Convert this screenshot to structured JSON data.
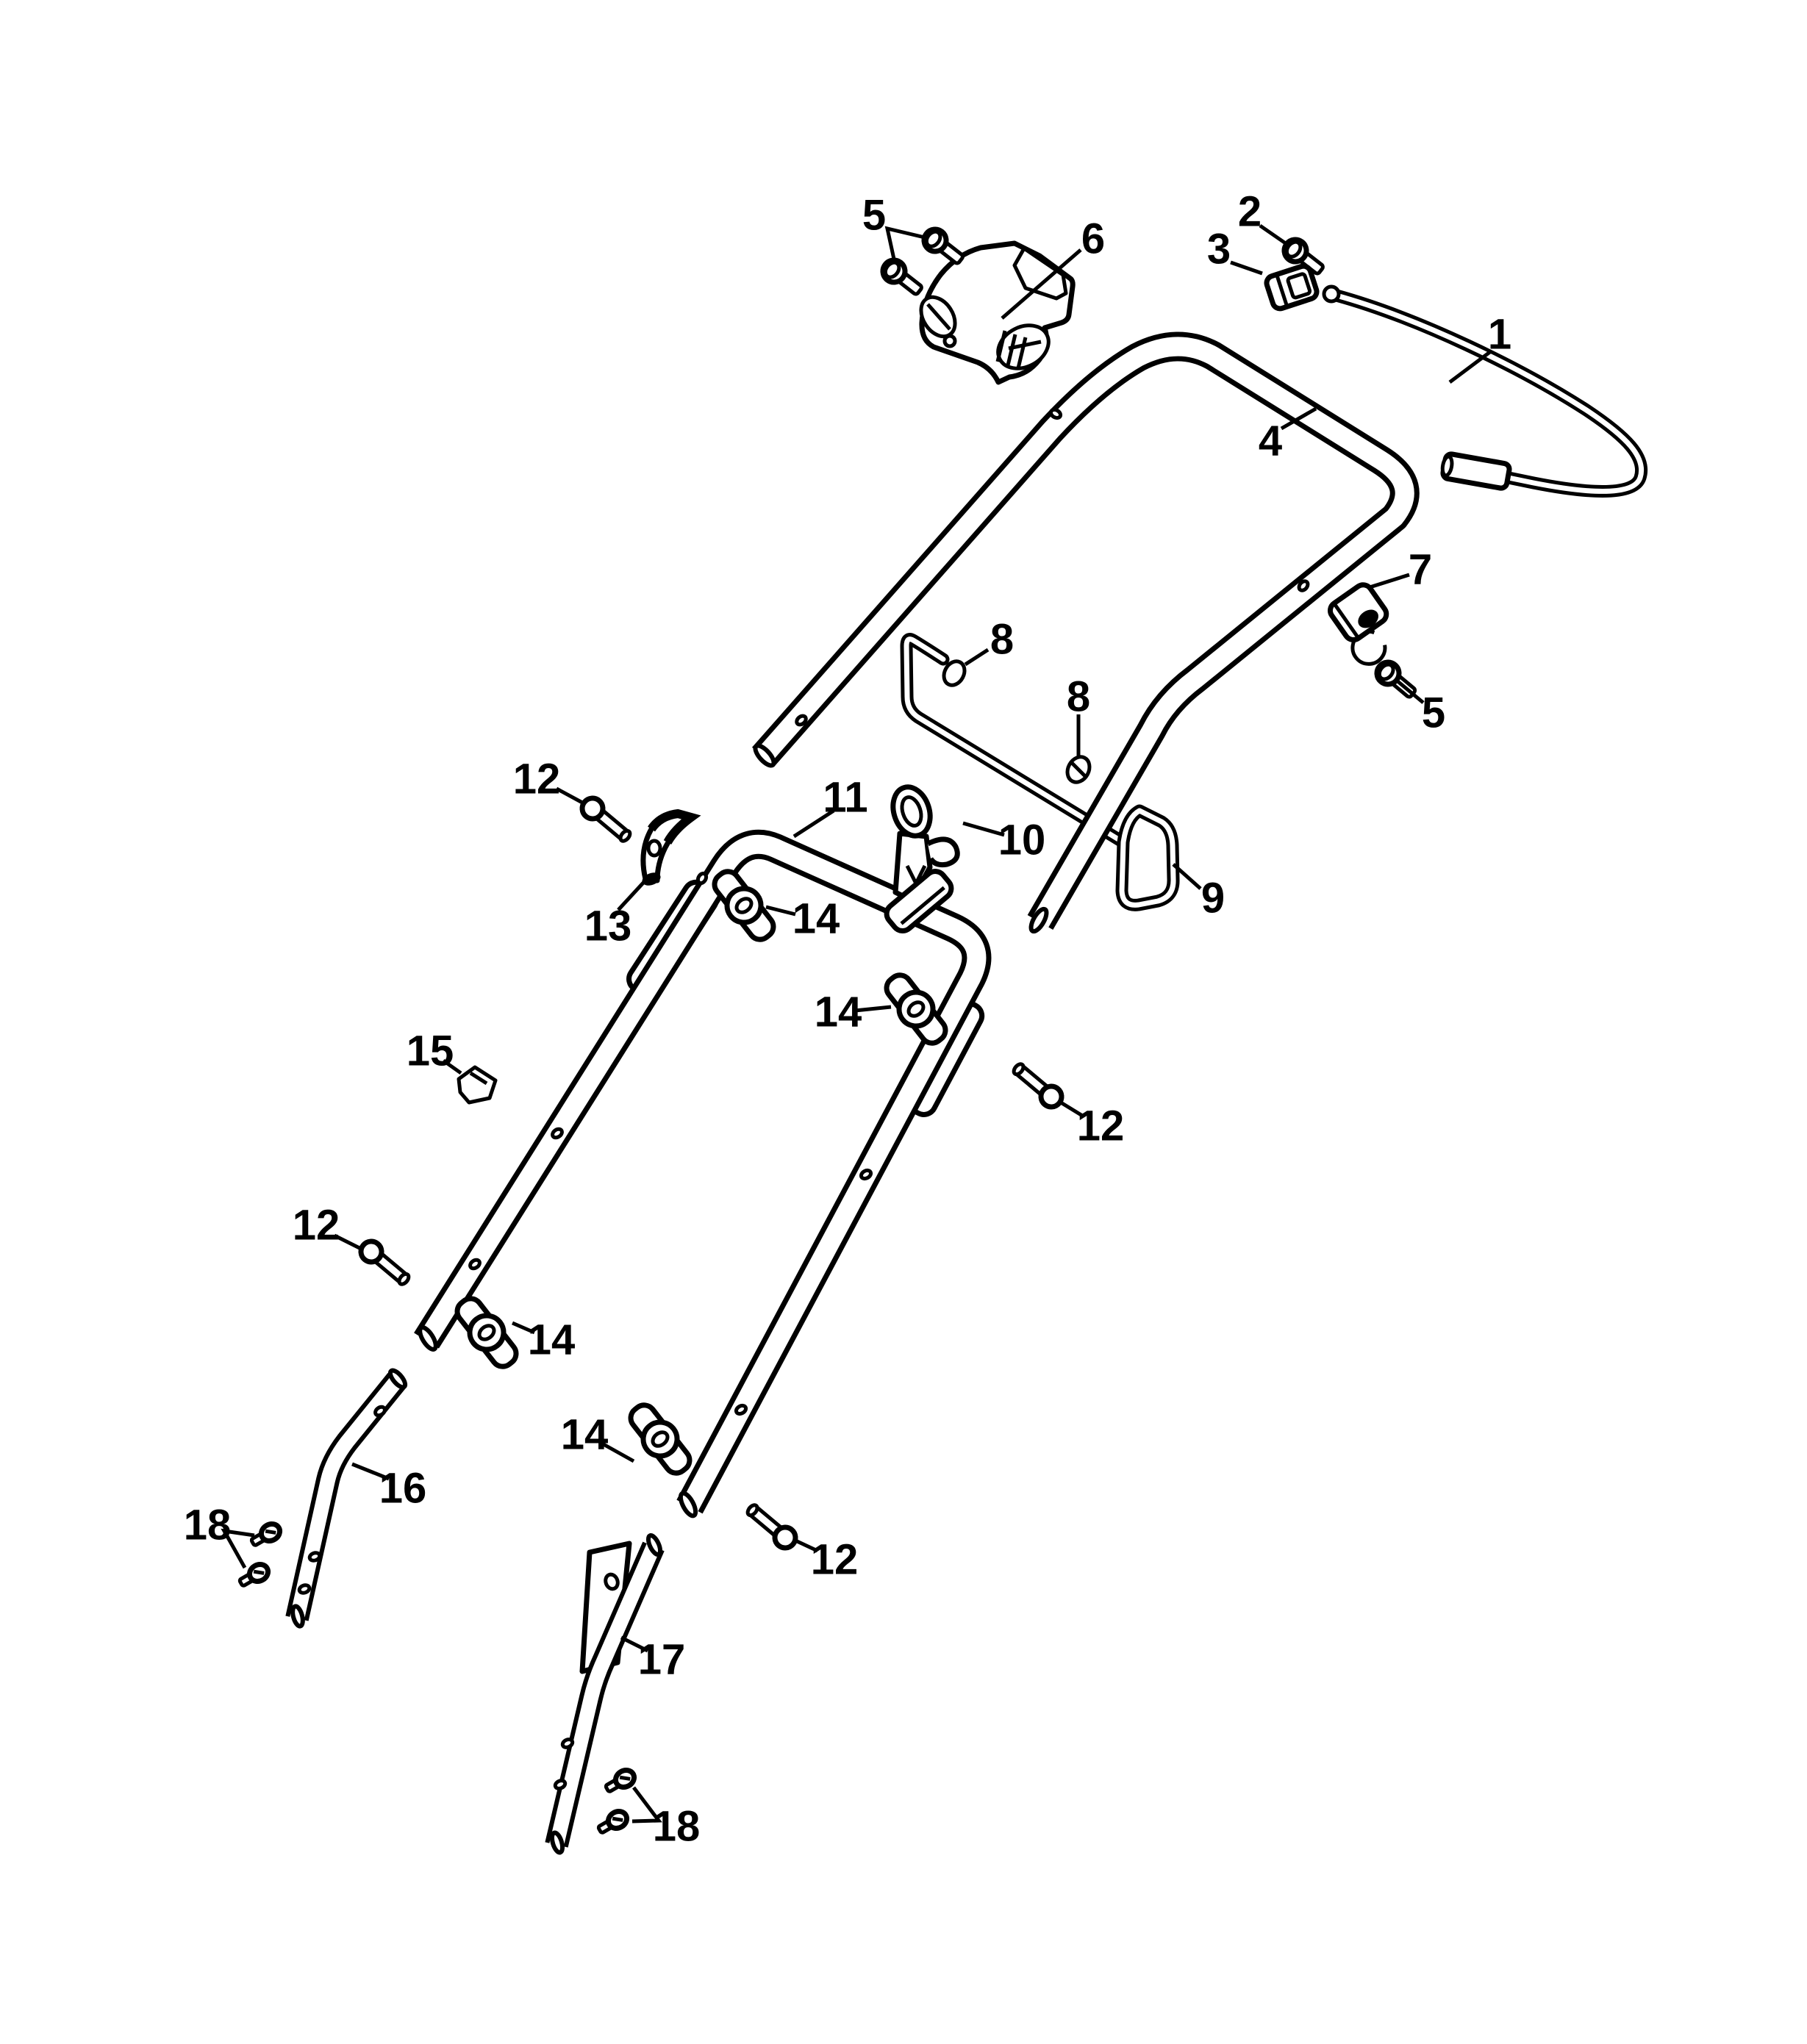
{
  "diagram": {
    "type": "exploded-parts-diagram",
    "background_color": "#ffffff",
    "line_color": "#000000",
    "unique_part_numbers": [
      "1",
      "2",
      "3",
      "4",
      "5",
      "6",
      "7",
      "8",
      "9",
      "10",
      "11",
      "12",
      "13",
      "14",
      "15",
      "16",
      "17",
      "18"
    ],
    "callouts": [
      {
        "label": "5"
      },
      {
        "label": "6"
      },
      {
        "label": "2"
      },
      {
        "label": "3"
      },
      {
        "label": "1"
      },
      {
        "label": "4"
      },
      {
        "label": "7"
      },
      {
        "label": "5"
      },
      {
        "label": "8"
      },
      {
        "label": "8"
      },
      {
        "label": "11"
      },
      {
        "label": "10"
      },
      {
        "label": "9"
      },
      {
        "label": "12"
      },
      {
        "label": "13"
      },
      {
        "label": "14"
      },
      {
        "label": "14"
      },
      {
        "label": "12"
      },
      {
        "label": "15"
      },
      {
        "label": "12"
      },
      {
        "label": "14"
      },
      {
        "label": "14"
      },
      {
        "label": "16"
      },
      {
        "label": "18"
      },
      {
        "label": "12"
      },
      {
        "label": "17"
      },
      {
        "label": "18"
      }
    ]
  }
}
